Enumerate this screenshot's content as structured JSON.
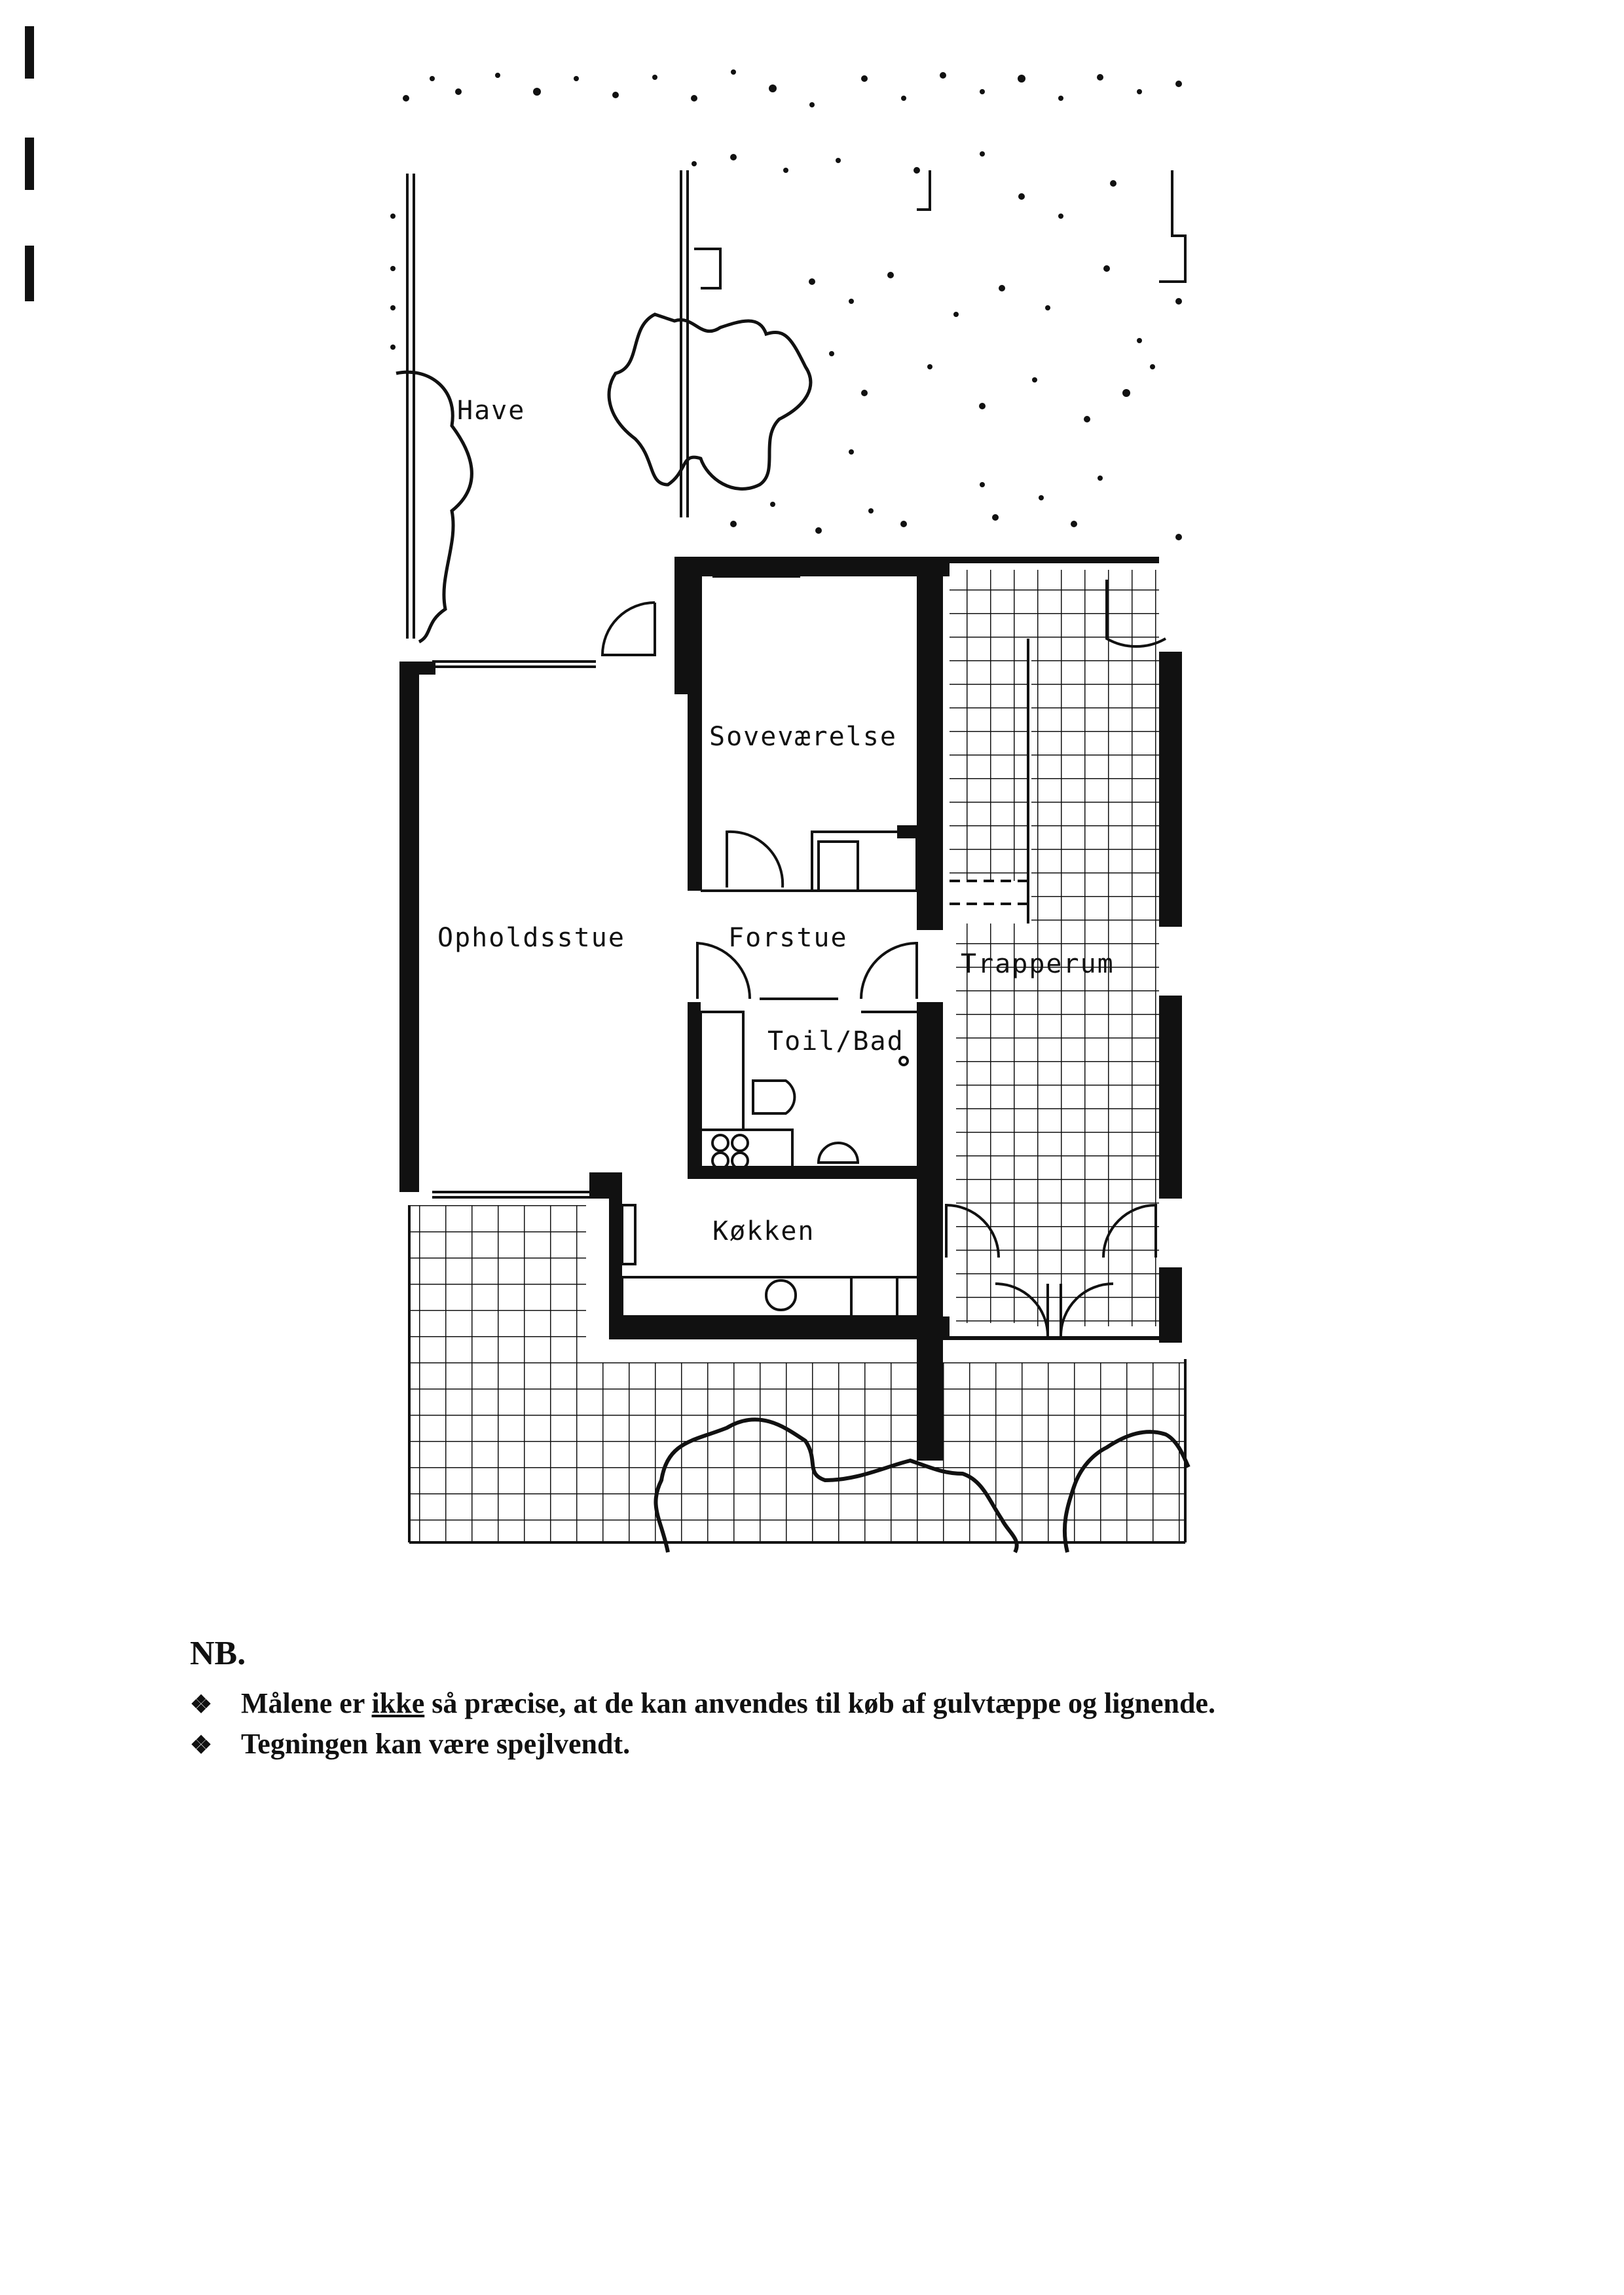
{
  "plan": {
    "rooms": {
      "have": "Have",
      "sovevaerelse": "Soveværelse",
      "opholdsstue": "Opholdsstue",
      "forstue": "Forstue",
      "trapperum": "Trapperum",
      "toilbad": "Toil/Bad",
      "kokken": "Køkken"
    }
  },
  "notes": {
    "heading": "NB.",
    "bullet_symbol": "❖",
    "line1_before": "Målene er ",
    "line1_underlined": "ikke",
    "line1_after": " så præcise, at de kan anvendes til køb af gulvtæppe og lignende.",
    "line2": "Tegningen kan være spejlvendt."
  }
}
